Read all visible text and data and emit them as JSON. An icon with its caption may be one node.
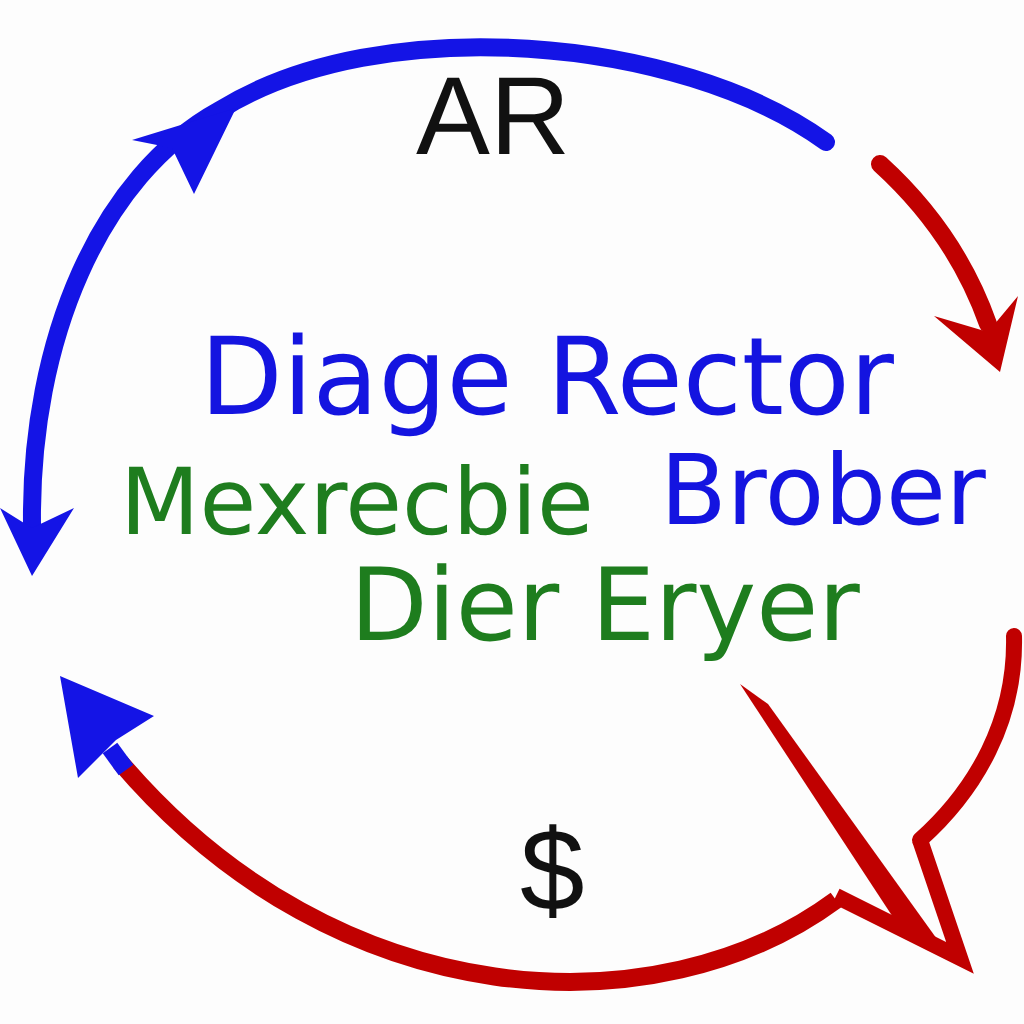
{
  "diagram": {
    "labels": [
      "AR",
      "Diage Rector",
      "Mexrecbie",
      "Brober",
      "Dier Eryer",
      "$"
    ]
  }
}
